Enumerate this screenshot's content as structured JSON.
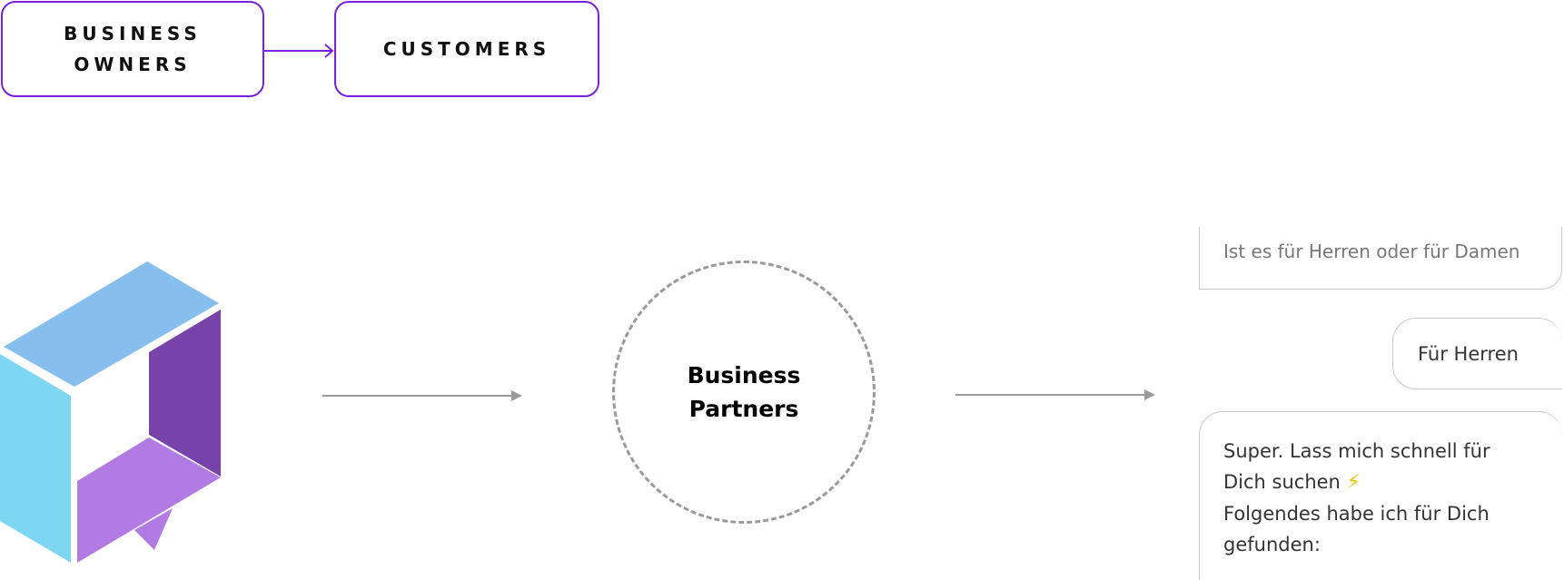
{
  "toggle": {
    "owners_label": "BUSINESS OWNERS",
    "customers_label": "CUSTOMERS"
  },
  "diagram": {
    "center_label": "Business Partners"
  },
  "chat": {
    "question": "Ist es für Herren oder für Damen",
    "answer": "Für Herren",
    "result_line1": "Super. Lass mich schnell für",
    "result_line2": "Dich suchen",
    "result_line3": "Folgendes habe ich für Dich",
    "result_line4": "gefunden:"
  },
  "icons": {
    "logo": "cube-chat-logo-icon",
    "bolt": "lightning-bolt-icon",
    "toggle_arrow": "arrow-right-icon",
    "flow_arrow": "arrow-right-icon"
  },
  "colors": {
    "accent": "#7b1fe0",
    "logo_top": "#86bfee",
    "logo_left": "#7dd6f2",
    "logo_right": "#7743a9",
    "logo_bottom": "#b27be3",
    "bolt": "#f5c400"
  }
}
